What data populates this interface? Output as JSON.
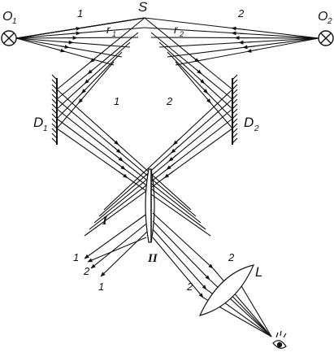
{
  "labels": {
    "source": "S",
    "source_left": "O",
    "source_left_sub": "1",
    "source_right": "O",
    "source_right_sub": "2",
    "beam_left_top": "1",
    "beam_right_top": "2",
    "r1": "r",
    "r1_sub": "1",
    "r2": "r",
    "r2_sub": "2",
    "mirror_left": "D",
    "mirror_left_sub": "1",
    "mirror_right": "D",
    "mirror_right_sub": "2",
    "beam_left_mid": "1",
    "beam_right_mid": "2",
    "prism_1": "I",
    "prism_2": "II",
    "out_left_1a": "1",
    "out_left_2": "2",
    "out_left_1b": "1",
    "out_right_2a": "2",
    "out_right_2b": "2",
    "lens": "L"
  },
  "icons": {
    "source_left_symbol": "crossed-circle-icon",
    "source_right_symbol": "crossed-circle-icon",
    "observer": "eye-icon",
    "mirror_hatch": "hatched-mirror-icon"
  },
  "colors": {
    "ink": "#111111",
    "background": "#ffffff"
  }
}
